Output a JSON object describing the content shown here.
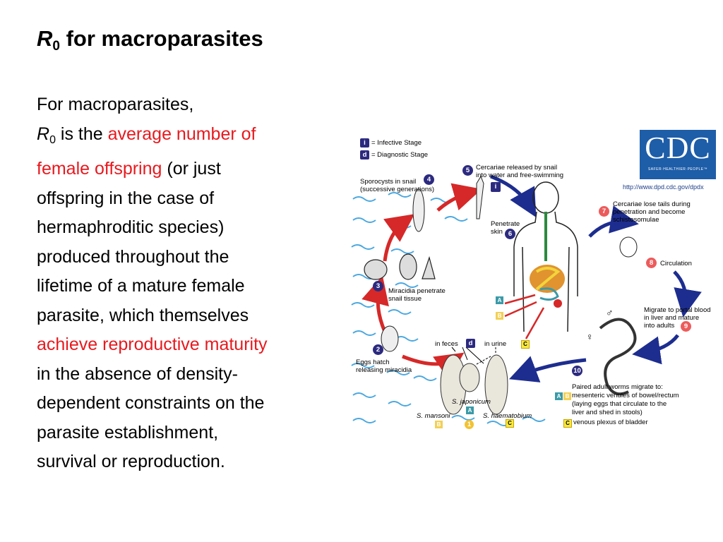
{
  "title": {
    "r": "R",
    "sub": "0",
    "rest": " for macroparasites"
  },
  "body": {
    "line1": "For macroparasites,",
    "r": "R",
    "sub": "0",
    "is_the": " is the ",
    "hl1a": "average number of",
    "hl1b": "female offspring",
    "after_hl1": " (or just",
    "line4": "offspring in the case of",
    "line5": "hermaphroditic species)",
    "line6": "produced throughout the",
    "line7": "lifetime of a mature female",
    "line8": "parasite, which themselves",
    "hl2": "achieve reproductive maturity",
    "line10": "in the absence of density-",
    "line11": "dependent constraints on the",
    "line12": "parasite establishment,",
    "line13": "survival or reproduction."
  },
  "colors": {
    "highlight": "#e8191e",
    "stage_blue": "#2c2a7f",
    "stage_red": "#ec5b5b",
    "cdc_blue": "#1e5da8"
  },
  "figure": {
    "legend_infective": "= Infective Stage",
    "legend_diagnostic": "= Diagnostic Stage",
    "legend_i": "i",
    "legend_d": "d",
    "logo": {
      "letters": "CDC",
      "tagline": "SAFER·HEALTHIER·PEOPLE™"
    },
    "url": "http://www.dpd.cdc.gov/dpdx",
    "stages": [
      {
        "num": "1",
        "text": ""
      },
      {
        "num": "2",
        "text": "Eggs hatch\nreleasing miracidia"
      },
      {
        "num": "3",
        "text": "Miracidia penetrate\nsnail tissue"
      },
      {
        "num": "4",
        "text": "Sporocysts in snail\n(successive generations)"
      },
      {
        "num": "5",
        "text": "Cercariae released by snail\ninto water and free-swimming"
      },
      {
        "num": "6",
        "text": "Penetrate\nskin"
      },
      {
        "num": "7",
        "text": "Cercariae lose tails during\npenetration and become\nschistosomulae"
      },
      {
        "num": "8",
        "text": "Circulation"
      },
      {
        "num": "9",
        "text": "Migrate to portal blood\nin liver and mature\ninto adults"
      },
      {
        "num": "10",
        "text": "Paired adult worms migrate to:"
      }
    ],
    "destinations": [
      "mesenteric venules of bowel/rectum",
      "(laying eggs that circulate to the",
      "liver and shed in stools)",
      "venous plexus of bladder"
    ],
    "in_feces": "in feces",
    "in_urine": "in urine",
    "species": [
      "S. mansoni",
      "S. japonicum",
      "S. haematobium"
    ],
    "tags": {
      "a": "A",
      "b": "B",
      "c": "C"
    },
    "sex": {
      "male": "♂",
      "female": "♀"
    }
  }
}
